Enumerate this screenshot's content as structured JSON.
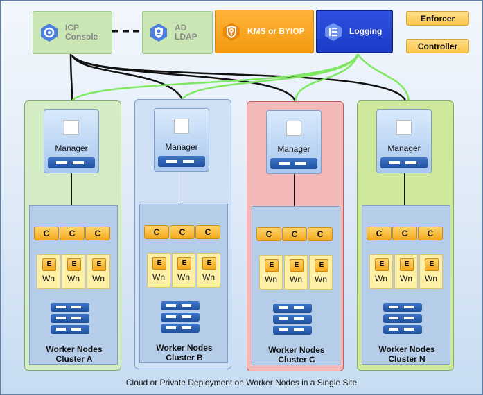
{
  "services": {
    "icp": {
      "line1": "ICP",
      "line2": "Console",
      "icon": "hexagon-gear-icon"
    },
    "ad": {
      "line1": "AD",
      "line2": "LDAP",
      "icon": "user-shield-icon"
    },
    "kms": {
      "label": "KMS or BYIOP",
      "icon": "key-shield-icon"
    },
    "logging": {
      "label": "Logging",
      "icon": "list-icon"
    }
  },
  "legend": {
    "enforcer": "Enforcer",
    "controller": "Controller"
  },
  "clusters": [
    {
      "name_line1": "Worker Nodes",
      "name_line2": "Cluster A",
      "color": "#d4ecc6"
    },
    {
      "name_line1": "Worker Nodes",
      "name_line2": "Cluster B",
      "color": "#cfe0f5"
    },
    {
      "name_line1": "Worker Nodes",
      "name_line2": "Cluster C",
      "color": "#f3b8b8"
    },
    {
      "name_line1": "Worker Nodes",
      "name_line2": "Cluster  N",
      "color": "#cfe99c"
    }
  ],
  "manager_label": "Manager",
  "controller_label": "C",
  "enforcer_label": "E",
  "worker_label": "Wn",
  "caption": "Cloud or Private Deployment on Worker Nodes in a Single Site",
  "colors": {
    "ldap_link": "#111111",
    "logging_link": "#7ee860",
    "manager_link": "#111111"
  }
}
